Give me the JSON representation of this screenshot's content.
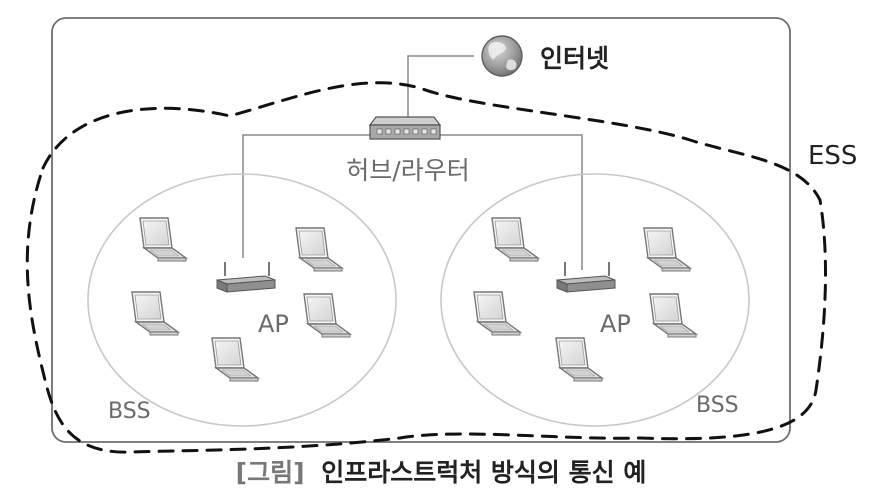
{
  "labels": {
    "internet": "인터넷",
    "hub_router": "허브/라우터",
    "ess": "ESS",
    "ap_left": "AP",
    "ap_right": "AP",
    "bss_left": "BSS",
    "bss_right": "BSS",
    "caption_bracket": "[그림]",
    "caption_text": "인프라스트럭처 방식의 통신 예"
  },
  "icons": {
    "internet": "globe-icon",
    "hub_router": "network-hub-icon",
    "access_point": "access-point-icon",
    "station": "laptop-icon"
  },
  "colors": {
    "frame": "#6e6e6e",
    "cable": "#8a8a8a",
    "bss_outline": "#c8c8c8",
    "ess_boundary": "#111111",
    "label_gray": "#6a6a6a",
    "caption_bracket": "#777777",
    "text_dark": "#222222"
  },
  "bss": [
    {
      "ap": 1,
      "laptops": 5
    },
    {
      "ap": 1,
      "laptops": 5
    }
  ]
}
